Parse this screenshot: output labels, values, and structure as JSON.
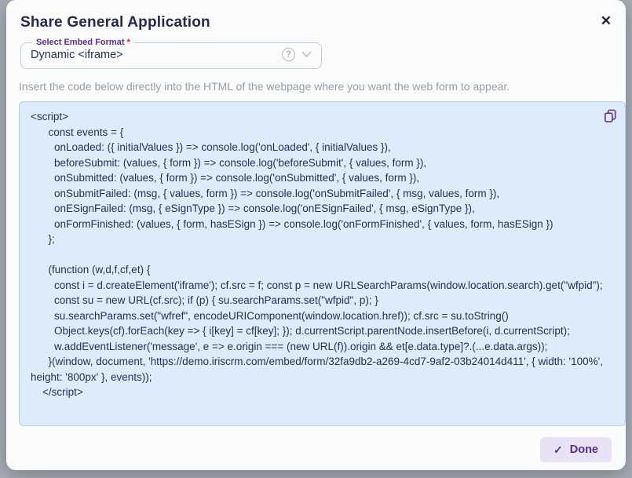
{
  "modal": {
    "title": "Share General Application",
    "close_glyph": "✕"
  },
  "embed_format": {
    "label": "Select Embed Format",
    "required_mark": "*",
    "value": "Dynamic <iframe>"
  },
  "icons": {
    "help_glyph": "?",
    "copy_icon_name": "copy-icon",
    "chevron_icon_name": "chevron-down-icon"
  },
  "instruction": "Insert the code below directly into the HTML of the webpage where you want the web form to appear.",
  "code": "<script>\n      const events = {\n        onLoaded: ({ initialValues }) => console.log('onLoaded', { initialValues }),\n        beforeSubmit: (values, { form }) => console.log('beforeSubmit', { values, form }),\n        onSubmitted: (values, { form }) => console.log('onSubmitted', { values, form }),\n        onSubmitFailed: (msg, { values, form }) => console.log('onSubmitFailed', { msg, values, form }),\n        onESignFailed: (msg, { eSignType }) => console.log('onESignFailed', { msg, eSignType }),\n        onFormFinished: (values, { form, hasESign }) => console.log('onFormFinished', { values, form, hasESign })\n      };\n\n      (function (w,d,f,cf,et) {\n        const i = d.createElement('iframe'); cf.src = f; const p = new URLSearchParams(window.location.search).get(\"wfpid\");\n        const su = new URL(cf.src); if (p) { su.searchParams.set(\"wfpid\", p); }\n        su.searchParams.set(\"wfref\", encodeURIComponent(window.location.href)); cf.src = su.toString()\n        Object.keys(cf).forEach(key => { i[key] = cf[key]; }); d.currentScript.parentNode.insertBefore(i, d.currentScript);\n        w.addEventListener('message', e => e.origin === (new URL(f)).origin && et[e.data.type]?.(...e.data.args));\n      }(window, document, 'https://demo.iriscrm.com/embed/form/32fa9db2-a269-4cd7-9af2-03b24014d411', { width: '100%', height: '800px' }, events));\n    </script>",
  "footer": {
    "done_label": "Done",
    "done_check": "✓"
  },
  "colors": {
    "accent_purple": "#5b2e91",
    "title_navy": "#232a4d",
    "required_red": "#e02020",
    "code_background": "#ddebfb",
    "code_border": "#b7d2ee",
    "code_text": "#253056",
    "done_button_bg": "#e8e2f7",
    "instruction_gray": "#9b9ea8",
    "backdrop_gray": "#a8adb8"
  }
}
